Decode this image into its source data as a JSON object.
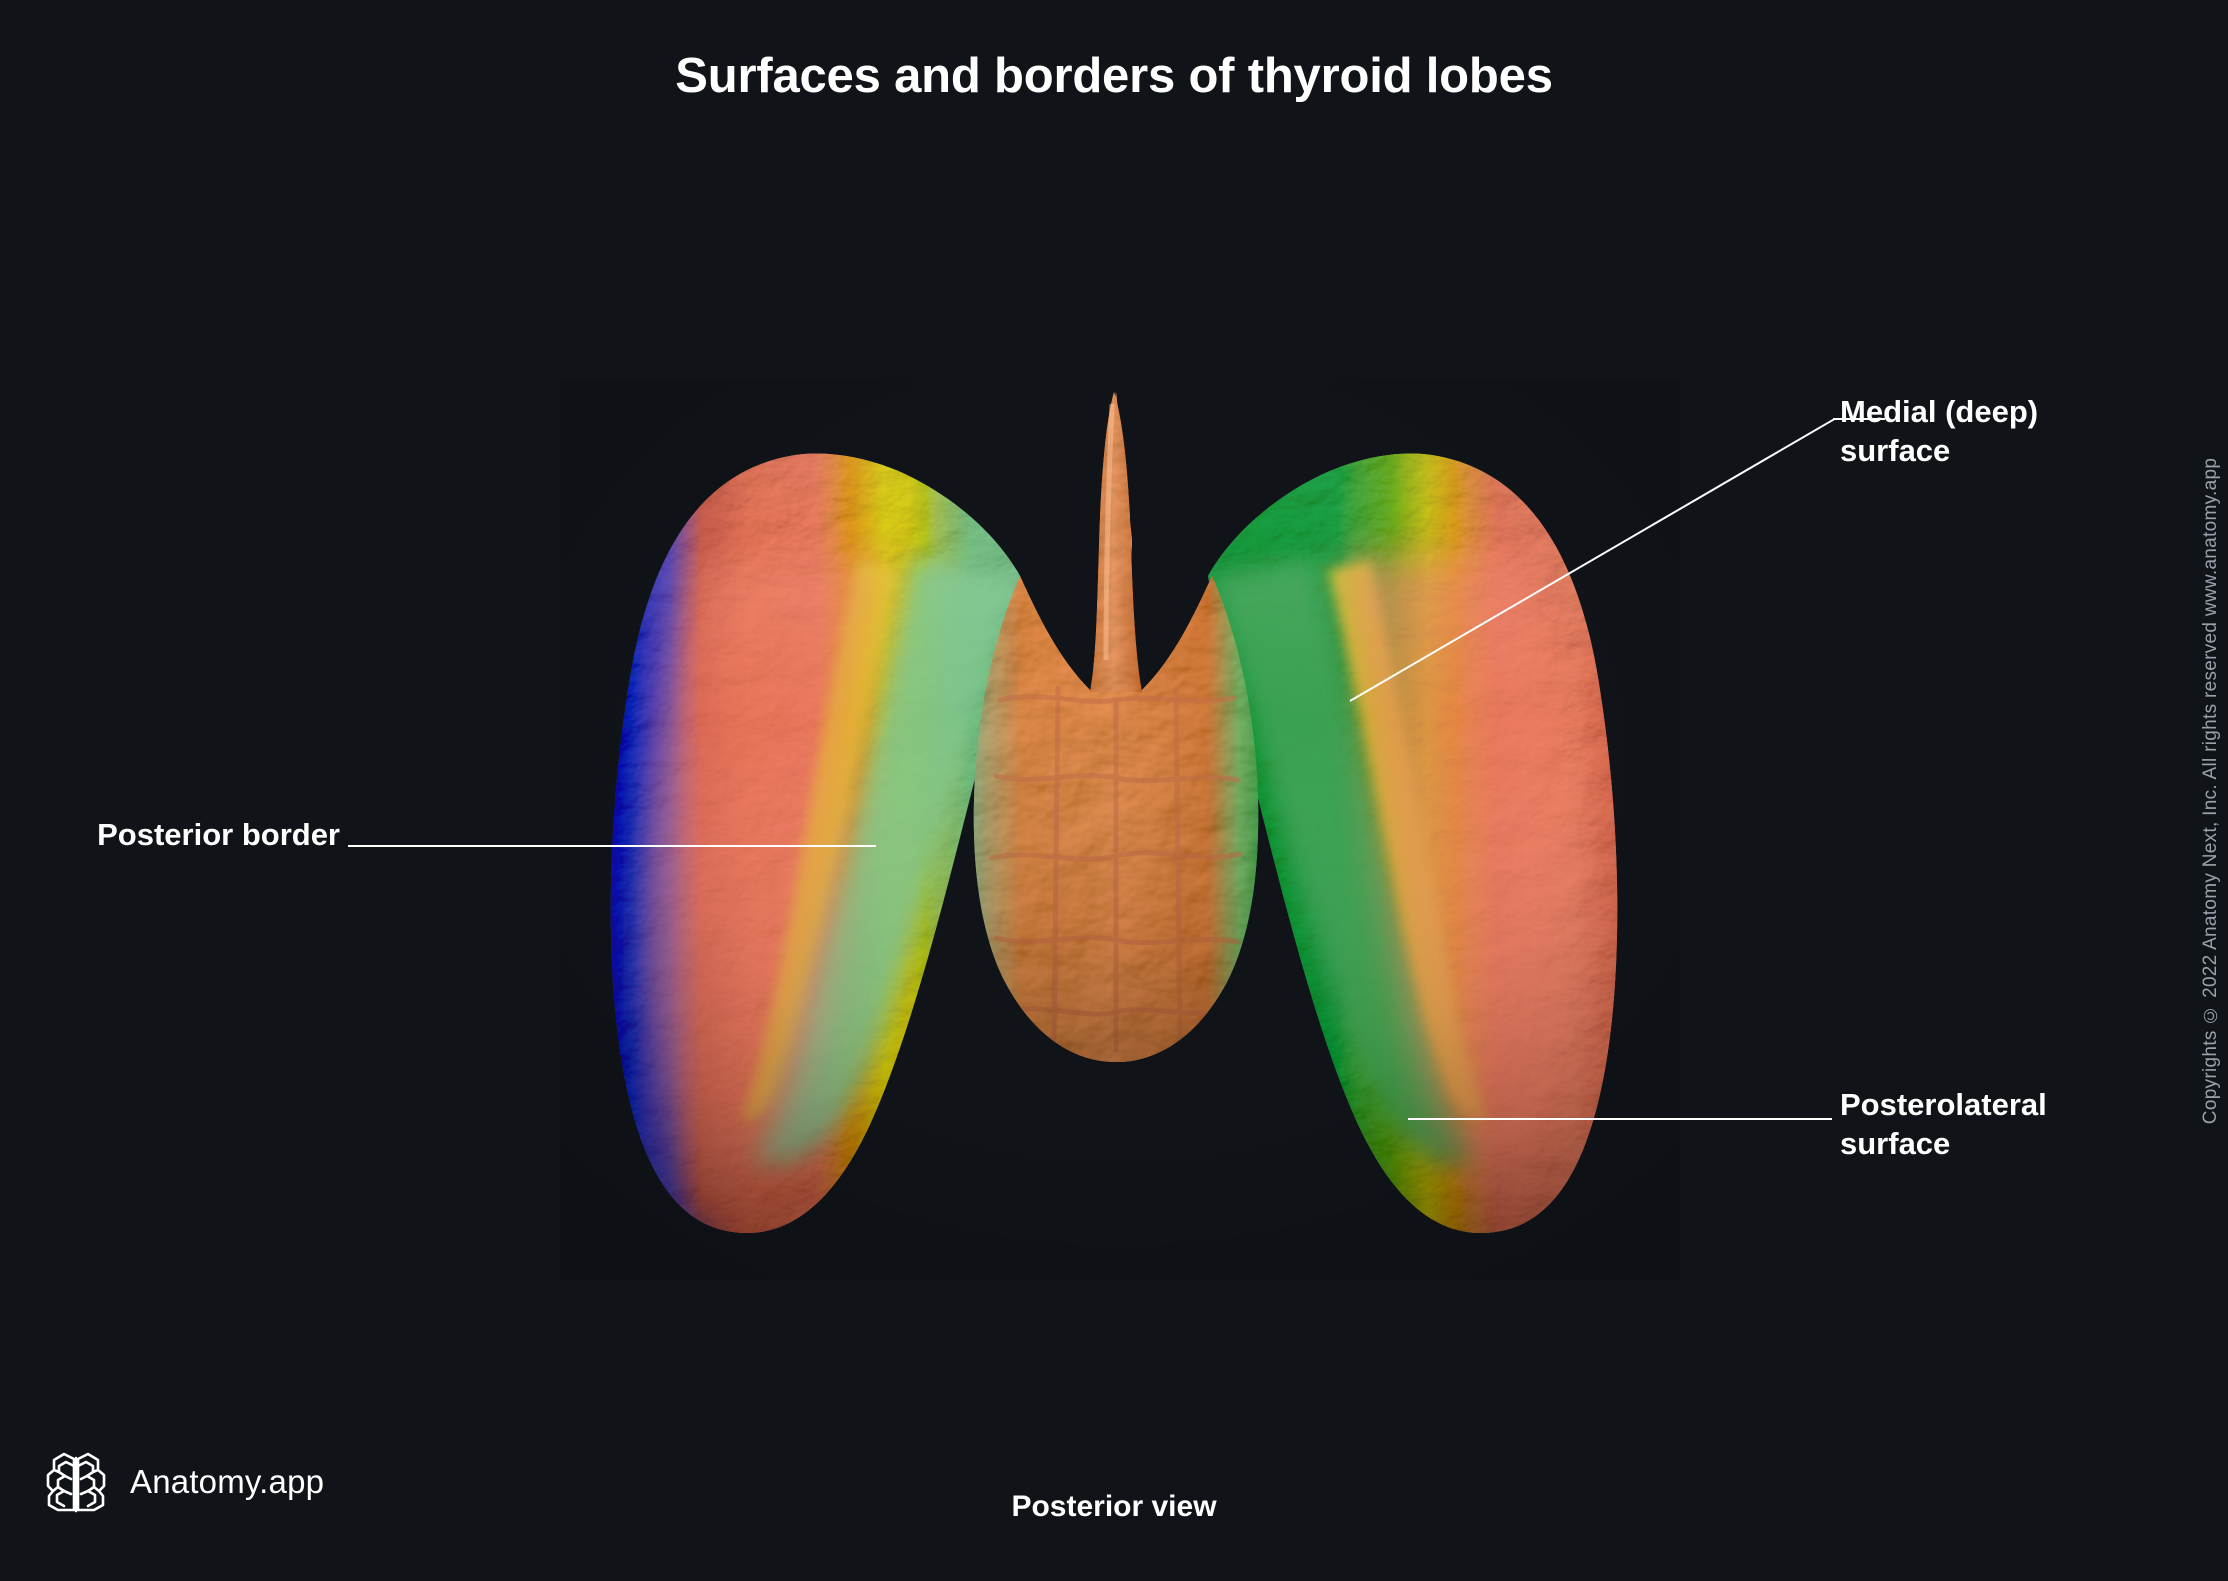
{
  "page": {
    "title": "Surfaces and borders of thyroid lobes",
    "view_caption": "Posterior view",
    "background_color": "#101419"
  },
  "brand": {
    "name": "Anatomy.app",
    "icon": "brain-icon"
  },
  "copyright": {
    "text": "Copyrights © 2022 Anatomy Next, Inc. All rights reserved www.anatomy.app"
  },
  "labels": [
    {
      "id": "medial-deep-surface",
      "line1": "Medial (deep)",
      "line2": "surface",
      "side": "right",
      "color": "#ffffff"
    },
    {
      "id": "posterolateral-surface",
      "line1": "Posterolateral",
      "line2": "surface",
      "side": "right",
      "color": "#ffffff"
    },
    {
      "id": "posterior-border",
      "line1": "Posterior border",
      "line2": "",
      "side": "left",
      "color": "#ffffff"
    }
  ],
  "illustration": {
    "name": "thyroid-gland-posterior-view",
    "organ": "thyroid gland",
    "parts": [
      {
        "name": "right lobe",
        "position": "image-left"
      },
      {
        "name": "left lobe",
        "position": "image-right"
      },
      {
        "name": "isthmus",
        "position": "center"
      },
      {
        "name": "pyramidal lobe",
        "position": "center-top"
      }
    ],
    "color_key": [
      {
        "region": "Posterolateral surface",
        "color": "#e8705c"
      },
      {
        "region": "Posterior border",
        "color": "#e3d018"
      },
      {
        "region": "Medial (deep) surface",
        "color": "#5fbd79"
      },
      {
        "region": "Lateral edge highlight",
        "color": "#4a54c8"
      },
      {
        "region": "Isthmus",
        "color": "#e99a6a"
      }
    ]
  }
}
